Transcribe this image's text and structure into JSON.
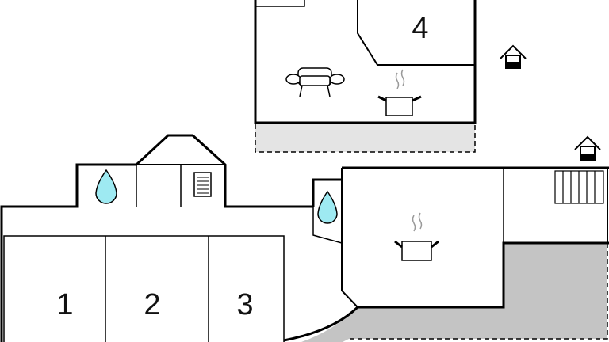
{
  "rooms": [
    {
      "label": "1"
    },
    {
      "label": "2"
    },
    {
      "label": "3"
    },
    {
      "label": "4"
    }
  ],
  "icons": [
    "water-drop-icon",
    "sofa-icon",
    "cooking-pot-icon",
    "house-icon",
    "stairs-icon"
  ],
  "colors": {
    "wall": "#000000",
    "terrace": "#c4c4c4",
    "terrace_light": "#e4e4e4",
    "water": "#9eeaf2"
  }
}
